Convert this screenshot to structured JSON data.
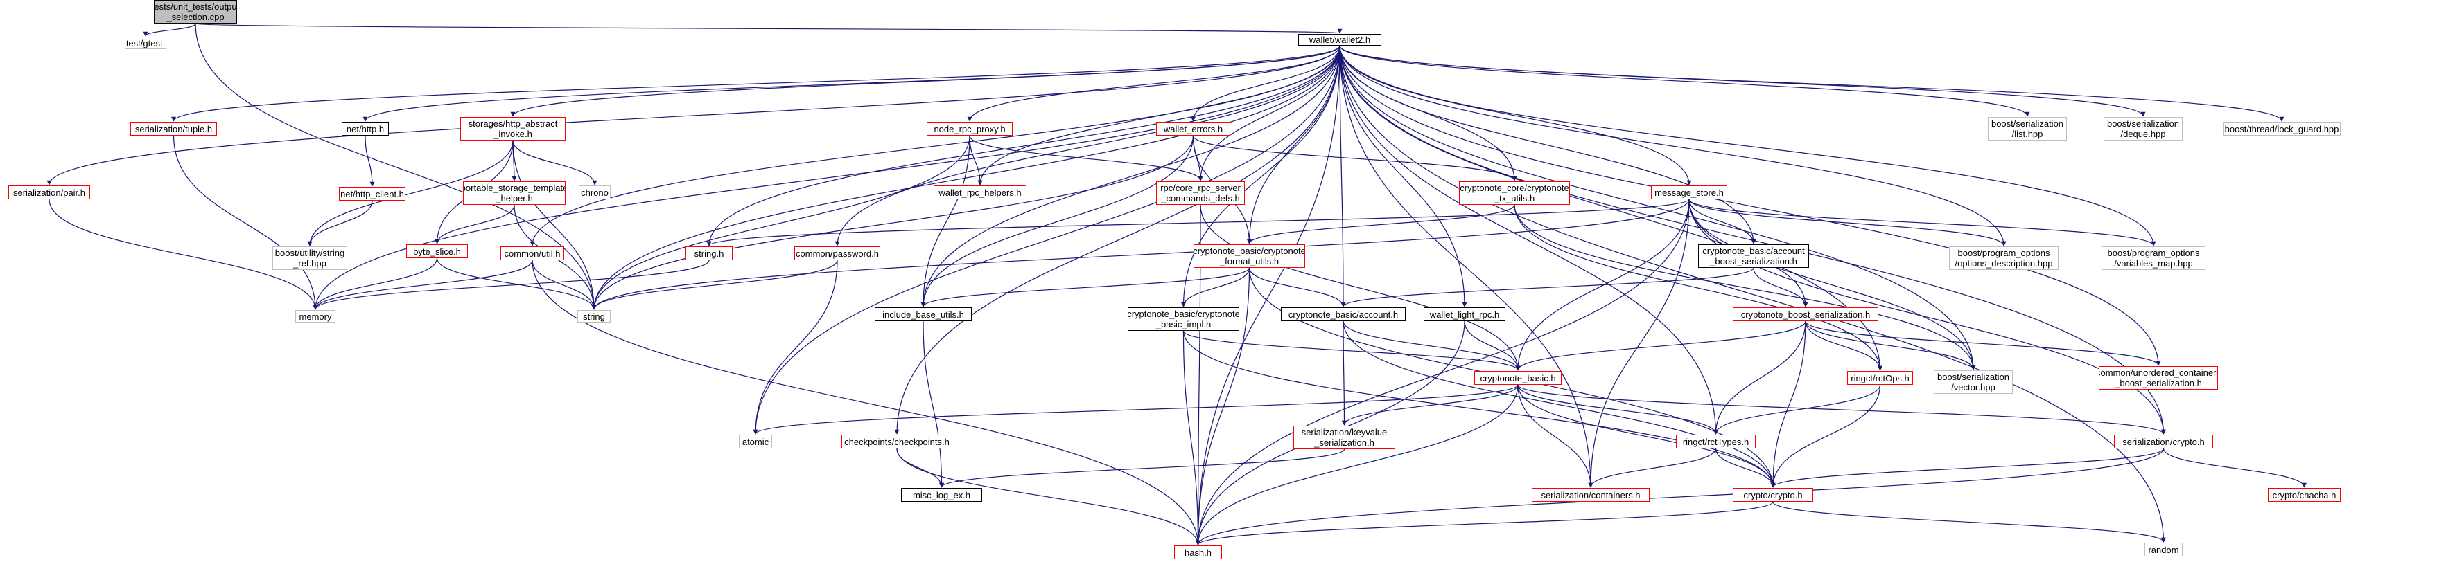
{
  "colors": {
    "edge": "#191970",
    "box_red": "#ff0000",
    "box_gray": "#bfbfbf",
    "box_black": "#000000",
    "root_fill": "#bfbfbf",
    "background": "#ffffff"
  },
  "nodes": [
    {
      "id": "root",
      "label": "tests/unit_tests/output\n_selection.cpp",
      "style": "root"
    },
    {
      "id": "gtest",
      "label": "gtest/gtest.h",
      "style": "gray"
    },
    {
      "id": "wallet2",
      "label": "wallet/wallet2.h",
      "style": "black"
    },
    {
      "id": "sertuple",
      "label": "serialization/tuple.h",
      "style": "red"
    },
    {
      "id": "serpair",
      "label": "serialization/pair.h",
      "style": "red"
    },
    {
      "id": "nethttp",
      "label": "net/http.h",
      "style": "black"
    },
    {
      "id": "nethttpclient",
      "label": "net/http_client.h",
      "style": "red"
    },
    {
      "id": "stringref",
      "label": "boost/utility/string\n_ref.hpp",
      "style": "gray"
    },
    {
      "id": "storages",
      "label": "storages/http_abstract\n_invoke.h",
      "style": "red"
    },
    {
      "id": "chrono",
      "label": "chrono",
      "style": "gray"
    },
    {
      "id": "portable",
      "label": "portable_storage_template\n_helper.h",
      "style": "red"
    },
    {
      "id": "byteslice",
      "label": "byte_slice.h",
      "style": "red"
    },
    {
      "id": "commonutil",
      "label": "common/util.h",
      "style": "red"
    },
    {
      "id": "memory",
      "label": "memory",
      "style": "gray"
    },
    {
      "id": "string",
      "label": "string",
      "style": "gray"
    },
    {
      "id": "stringh",
      "label": "string.h",
      "style": "red"
    },
    {
      "id": "password",
      "label": "common/password.h",
      "style": "red"
    },
    {
      "id": "noderpc",
      "label": "node_rpc_proxy.h",
      "style": "red"
    },
    {
      "id": "walletrpc",
      "label": "wallet_rpc_helpers.h",
      "style": "red"
    },
    {
      "id": "walleterrors",
      "label": "wallet_errors.h",
      "style": "red"
    },
    {
      "id": "coredefs",
      "label": "rpc/core_rpc_server\n_commands_defs.h",
      "style": "red"
    },
    {
      "id": "txutils",
      "label": "cryptonote_core/cryptonote\n_tx_utils.h",
      "style": "red"
    },
    {
      "id": "formatutils",
      "label": "cryptonote_basic/cryptonote\n_format_utils.h",
      "style": "red"
    },
    {
      "id": "includebase",
      "label": "include_base_utils.h",
      "style": "black"
    },
    {
      "id": "basicimpl",
      "label": "cryptonote_basic/cryptonote\n_basic_impl.h",
      "style": "black"
    },
    {
      "id": "account",
      "label": "cryptonote_basic/account.h",
      "style": "black"
    },
    {
      "id": "walletlightrpc",
      "label": "wallet_light_rpc.h",
      "style": "black"
    },
    {
      "id": "messagestore",
      "label": "message_store.h",
      "style": "red"
    },
    {
      "id": "accountboost",
      "label": "cryptonote_basic/account\n_boost_serialization.h",
      "style": "black"
    },
    {
      "id": "cnboostser",
      "label": "cryptonote_boost_serialization.h",
      "style": "red"
    },
    {
      "id": "cnbasic",
      "label": "cryptonote_basic.h",
      "style": "red"
    },
    {
      "id": "atomic",
      "label": "atomic",
      "style": "gray"
    },
    {
      "id": "checkpoints",
      "label": "checkpoints/checkpoints.h",
      "style": "red"
    },
    {
      "id": "keyvalue",
      "label": "serialization/keyvalue\n_serialization.h",
      "style": "red"
    },
    {
      "id": "misclog",
      "label": "misc_log_ex.h",
      "style": "black"
    },
    {
      "id": "hashh",
      "label": "hash.h",
      "style": "red"
    },
    {
      "id": "sercontainers",
      "label": "serialization/containers.h",
      "style": "red"
    },
    {
      "id": "cryptoh",
      "label": "crypto/crypto.h",
      "style": "red"
    },
    {
      "id": "rcttypes",
      "label": "ringct/rctTypes.h",
      "style": "red"
    },
    {
      "id": "rctops",
      "label": "ringct/rctOps.h",
      "style": "red"
    },
    {
      "id": "boostvector",
      "label": "boost/serialization\n/vector.hpp",
      "style": "gray"
    },
    {
      "id": "unordered",
      "label": "common/unordered_containers\n_boost_serialization.h",
      "style": "red"
    },
    {
      "id": "optdesc",
      "label": "boost/program_options\n/options_description.hpp",
      "style": "gray"
    },
    {
      "id": "varmap",
      "label": "boost/program_options\n/variables_map.hpp",
      "style": "gray"
    },
    {
      "id": "sercrypto",
      "label": "serialization/crypto.h",
      "style": "red"
    },
    {
      "id": "chacha",
      "label": "crypto/chacha.h",
      "style": "red"
    },
    {
      "id": "random",
      "label": "random",
      "style": "gray"
    },
    {
      "id": "bslist",
      "label": "boost/serialization\n/list.hpp",
      "style": "gray"
    },
    {
      "id": "bsdeque",
      "label": "boost/serialization\n/deque.hpp",
      "style": "gray"
    },
    {
      "id": "lockguard",
      "label": "boost/thread/lock_guard.hpp",
      "style": "gray"
    }
  ]
}
